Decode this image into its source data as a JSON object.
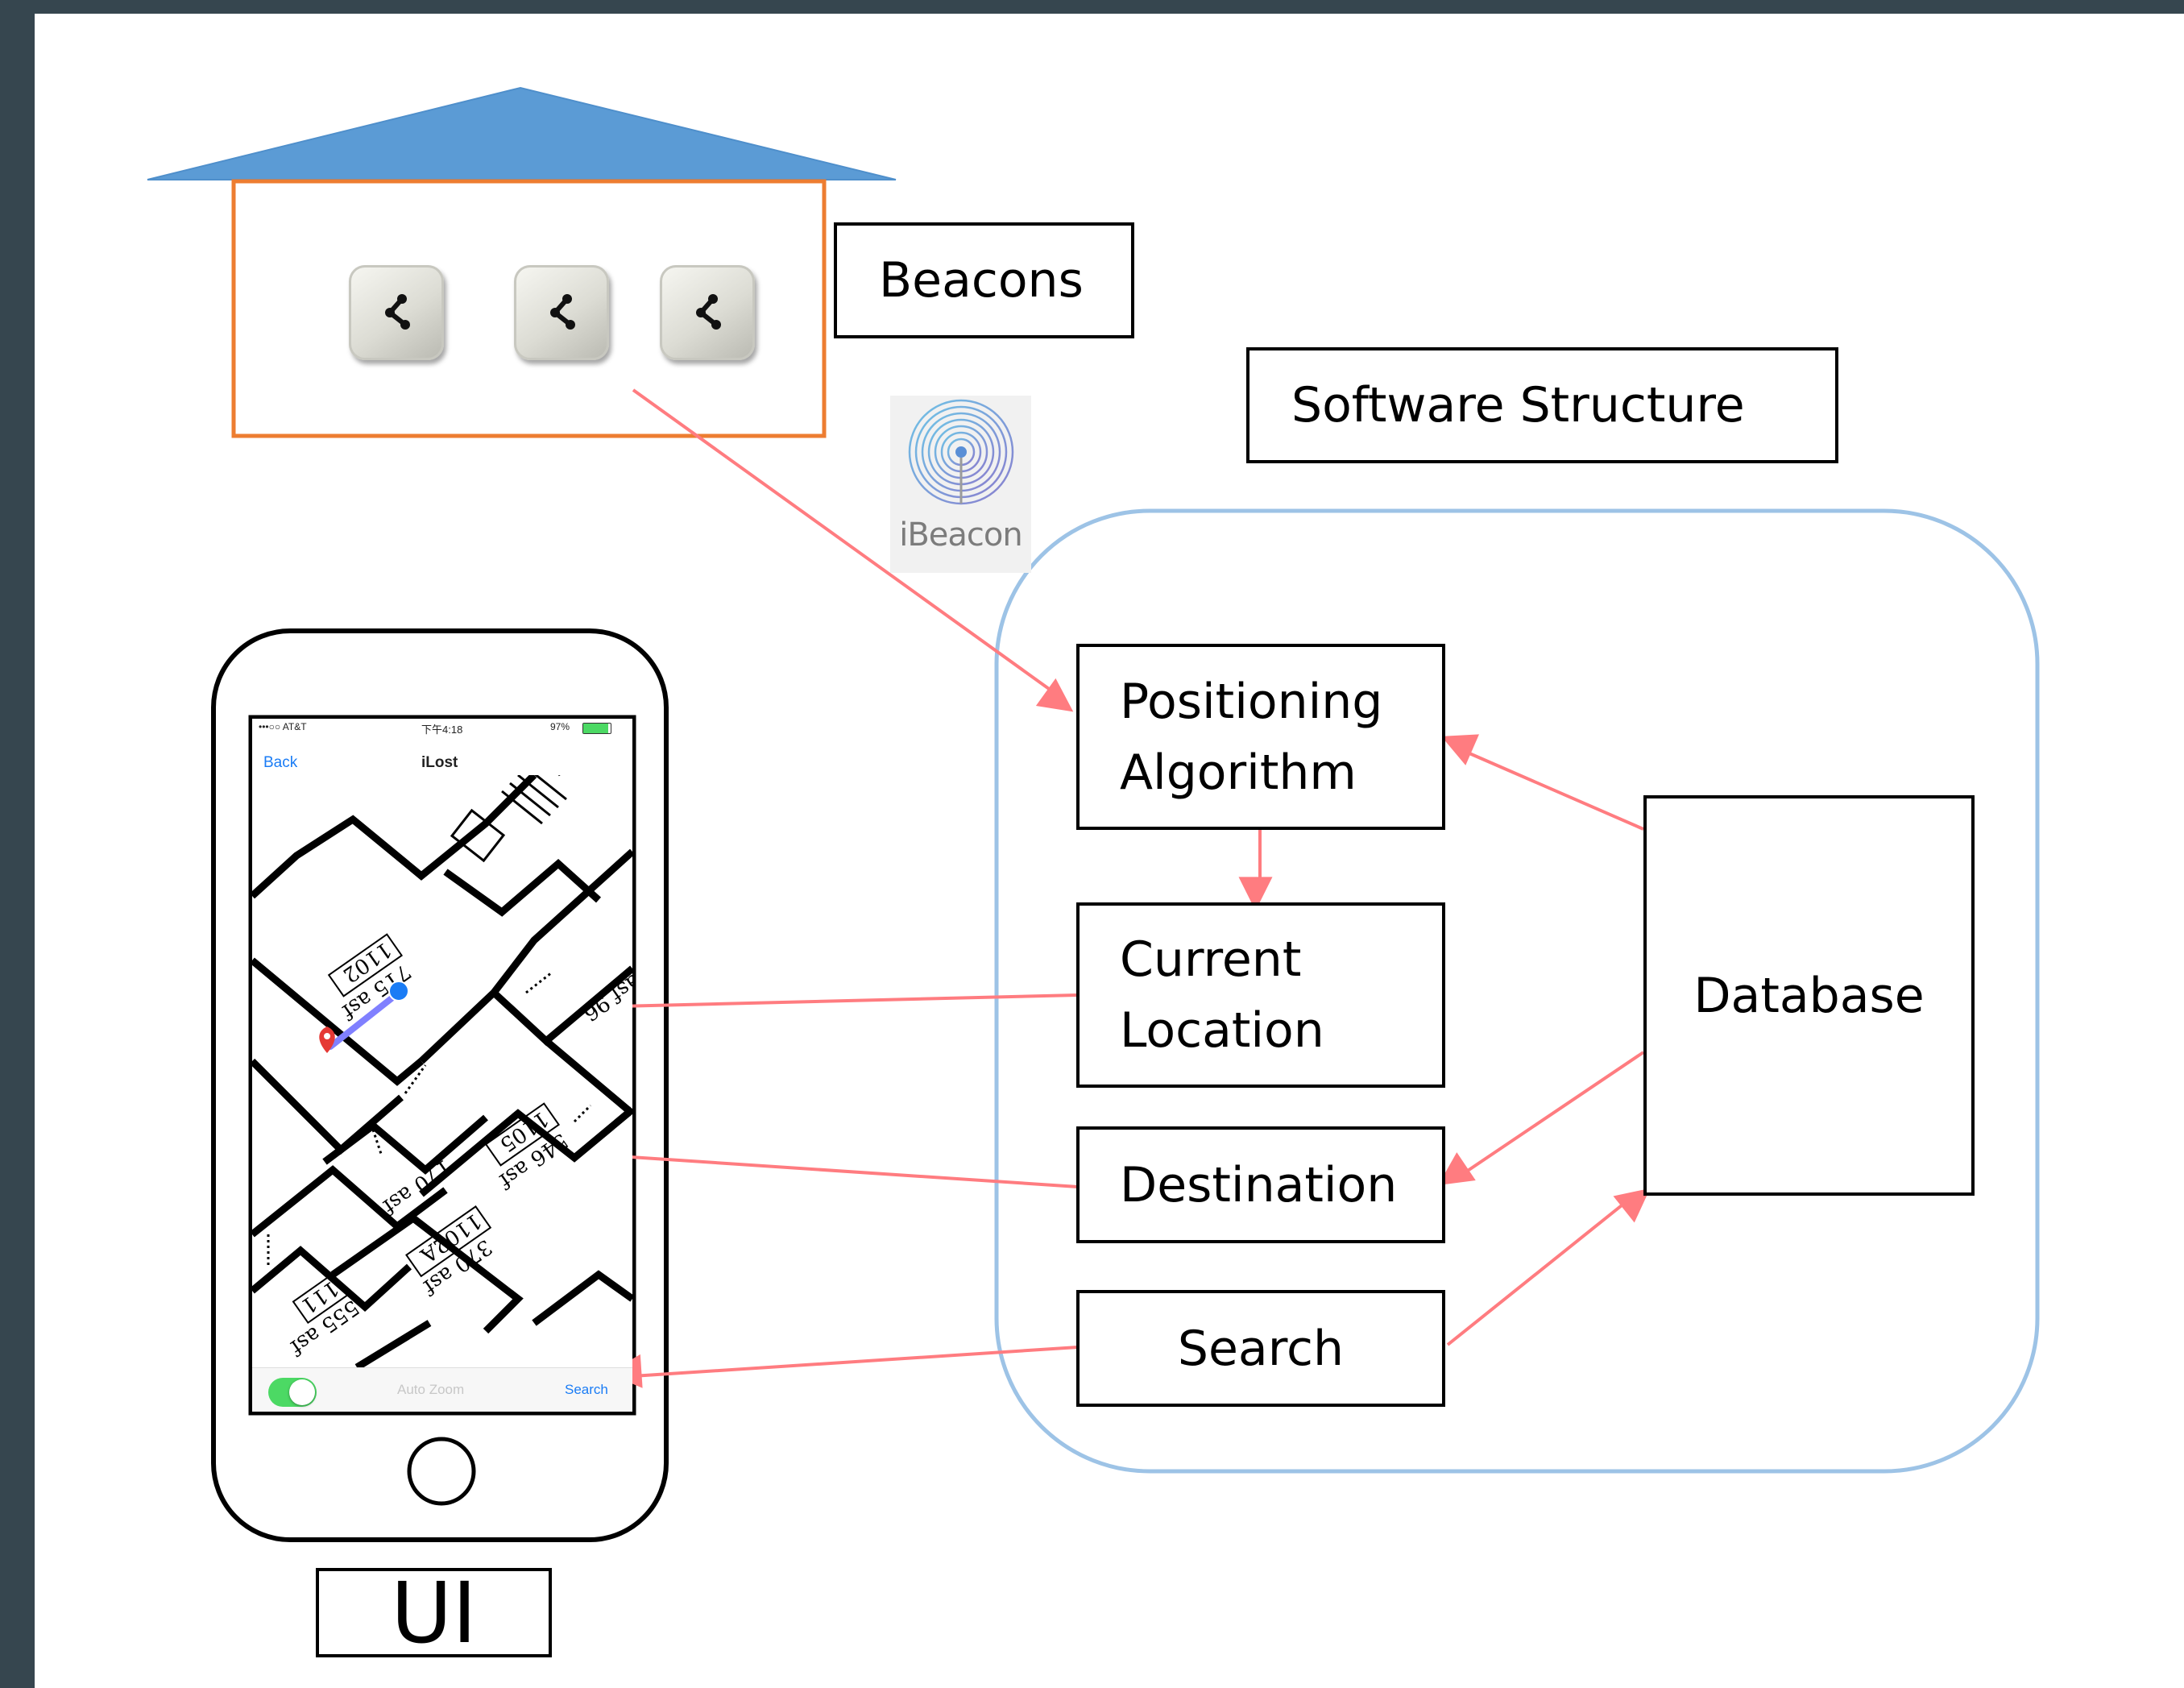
{
  "labels": {
    "beacons": "Beacons",
    "software_structure": "Software Structure",
    "ui": "UI",
    "ibeacon": "iBeacon"
  },
  "modules": {
    "positioning": "Positioning\nAlgorithm",
    "current_location": "Current\nLocation",
    "destination": "Destination",
    "search": "Search",
    "database": "Database"
  },
  "phone": {
    "status_carrier": "•••○○ AT&T",
    "status_time": "下午4:18",
    "status_battery": "97%",
    "nav_back": "Back",
    "nav_title": "iLost",
    "bottom_label": "Auto Zoom",
    "bottom_search": "Search",
    "rooms": [
      {
        "number": "1102",
        "area": "715 asf"
      },
      {
        "number": "1105",
        "area": "546 asf"
      },
      {
        "number": "",
        "area": "170 asf"
      },
      {
        "number": "1102A",
        "area": "370 asf"
      },
      {
        "number": "111",
        "area": "555 asf"
      },
      {
        "number": "",
        "area": "asf 96"
      }
    ]
  },
  "colors": {
    "roof": "#5b9bd5",
    "building_border": "#ed7d31",
    "software_border": "#9dc3e6",
    "arrow": "#ff7c80",
    "route": "#8080ff",
    "toggle": "#4cd964",
    "ios_blue": "#1a7cf5"
  },
  "icons": [
    "share-icon",
    "ibeacon-icon",
    "location-pin-icon",
    "user-location-icon",
    "home-button-icon"
  ]
}
